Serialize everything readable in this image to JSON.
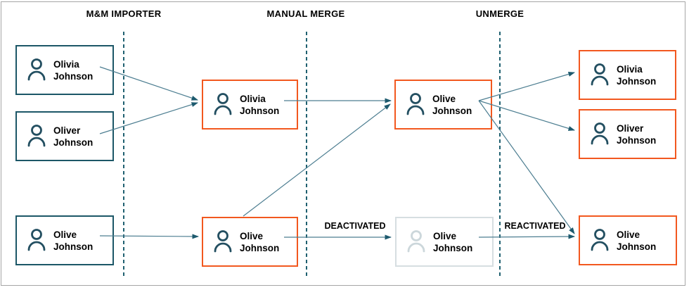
{
  "diagram": {
    "phases": [
      {
        "label": "M&M IMPORTER"
      },
      {
        "label": "MANUAL MERGE"
      },
      {
        "label": "UNMERGE"
      }
    ],
    "transition_labels": {
      "deactivated": "DEACTIVATED",
      "reactivated": "REACTIVATED"
    },
    "cards": {
      "import_olivia": {
        "name": "Olivia\nJohnson",
        "state": "source"
      },
      "import_oliver": {
        "name": "Oliver\nJohnson",
        "state": "source"
      },
      "import_olive": {
        "name": "Olive\nJohnson",
        "state": "source"
      },
      "merge_olivia": {
        "name": "Olivia\nJohnson",
        "state": "merged-import"
      },
      "merge_olive": {
        "name": "Olive\nJohnson",
        "state": "merged-import"
      },
      "merged_olive": {
        "name": "Olive\nJohnson",
        "state": "manual-merge-result"
      },
      "deactivated_olive": {
        "name": "Olive\nJohnson",
        "state": "deactivated"
      },
      "unmerge_olivia": {
        "name": "Olivia\nJohnson",
        "state": "unmerged"
      },
      "unmerge_oliver": {
        "name": "Oliver\nJohnson",
        "state": "unmerged"
      },
      "unmerge_olive": {
        "name": "Olive\nJohnson",
        "state": "reactivated"
      }
    },
    "colors": {
      "source_border": "#1c5767",
      "active_border": "#f2581f",
      "faded_border": "#d6dee1",
      "icon": "#234f61",
      "faded_icon": "#ccd7db",
      "arrow_line": "#4d7e91",
      "arrow_head": "#1d5a6e",
      "dashed_divider": "#1f6070",
      "frame_border": "#a6a6a6"
    }
  }
}
